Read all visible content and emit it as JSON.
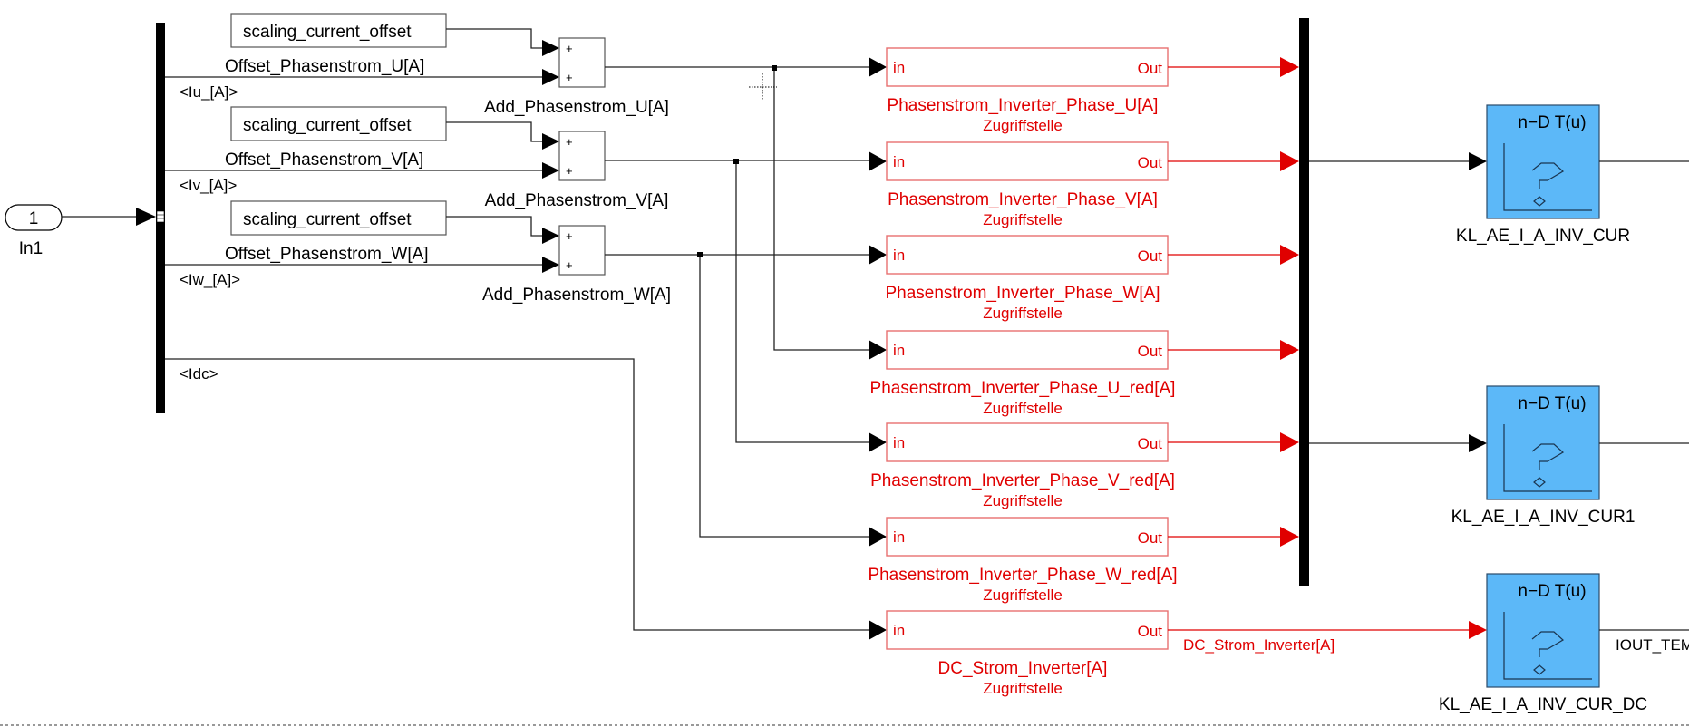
{
  "diagram": {
    "type": "simulink-subsystem",
    "inport": {
      "number": "1",
      "label": "In1"
    },
    "bus_selector": {
      "signals": [
        "<Iu_[A]>",
        "<Iv_[A]>",
        "<Iw_[A]>",
        "<Idc>"
      ]
    },
    "phases": [
      {
        "constant": "scaling_current_offset",
        "offset_signal": "Offset_Phasenstrom_U[A]",
        "bus_signal": "<Iu_[A]>",
        "sum_label": "Add_Phasenstrom_U[A]",
        "sum_signs": [
          "+",
          "+"
        ]
      },
      {
        "constant": "scaling_current_offset",
        "offset_signal": "Offset_Phasenstrom_V[A]",
        "bus_signal": "<Iv_[A]>",
        "sum_label": "Add_Phasenstrom_V[A]",
        "sum_signs": [
          "+",
          "+"
        ]
      },
      {
        "constant": "scaling_current_offset",
        "offset_signal": "Offset_Phasenstrom_W[A]",
        "bus_signal": "<Iw_[A]>",
        "sum_label": "Add_Phasenstrom_W[A]",
        "sum_signs": [
          "+",
          "+"
        ]
      }
    ],
    "access_blocks": [
      {
        "in": "in",
        "out": "Out",
        "name": "Phasenstrom_Inverter_Phase_U[A]",
        "sub": "Zugriffstelle"
      },
      {
        "in": "in",
        "out": "Out",
        "name": "Phasenstrom_Inverter_Phase_V[A]",
        "sub": "Zugriffstelle"
      },
      {
        "in": "in",
        "out": "Out",
        "name": "Phasenstrom_Inverter_Phase_W[A]",
        "sub": "Zugriffstelle"
      },
      {
        "in": "in",
        "out": "Out",
        "name": "Phasenstrom_Inverter_Phase_U_red[A]",
        "sub": "Zugriffstelle"
      },
      {
        "in": "in",
        "out": "Out",
        "name": "Phasenstrom_Inverter_Phase_V_red[A]",
        "sub": "Zugriffstelle"
      },
      {
        "in": "in",
        "out": "Out",
        "name": "Phasenstrom_Inverter_Phase_W_red[A]",
        "sub": "Zugriffstelle"
      },
      {
        "in": "in",
        "out": "Out",
        "name": "DC_Strom_Inverter[A]",
        "sub": "Zugriffstelle"
      }
    ],
    "dc_signal_label": "DC_Strom_Inverter[A]",
    "lookup_tables": [
      {
        "title": "n−D T(u)",
        "name": "KL_AE_I_A_INV_CUR",
        "output_label": ""
      },
      {
        "title": "n−D T(u)",
        "name": "KL_AE_I_A_INV_CUR1",
        "output_label": ""
      },
      {
        "title": "n−D T(u)",
        "name": "KL_AE_I_A_INV_CUR_DC",
        "output_label": "IOUT_TEM"
      }
    ],
    "icons": {
      "lookup": "lookup-table-icon",
      "cursor": "crosshair-cursor-icon"
    },
    "colors": {
      "access_block": "#e00000",
      "lookup_fill": "#5cb8f8",
      "wire": "#222222"
    }
  }
}
